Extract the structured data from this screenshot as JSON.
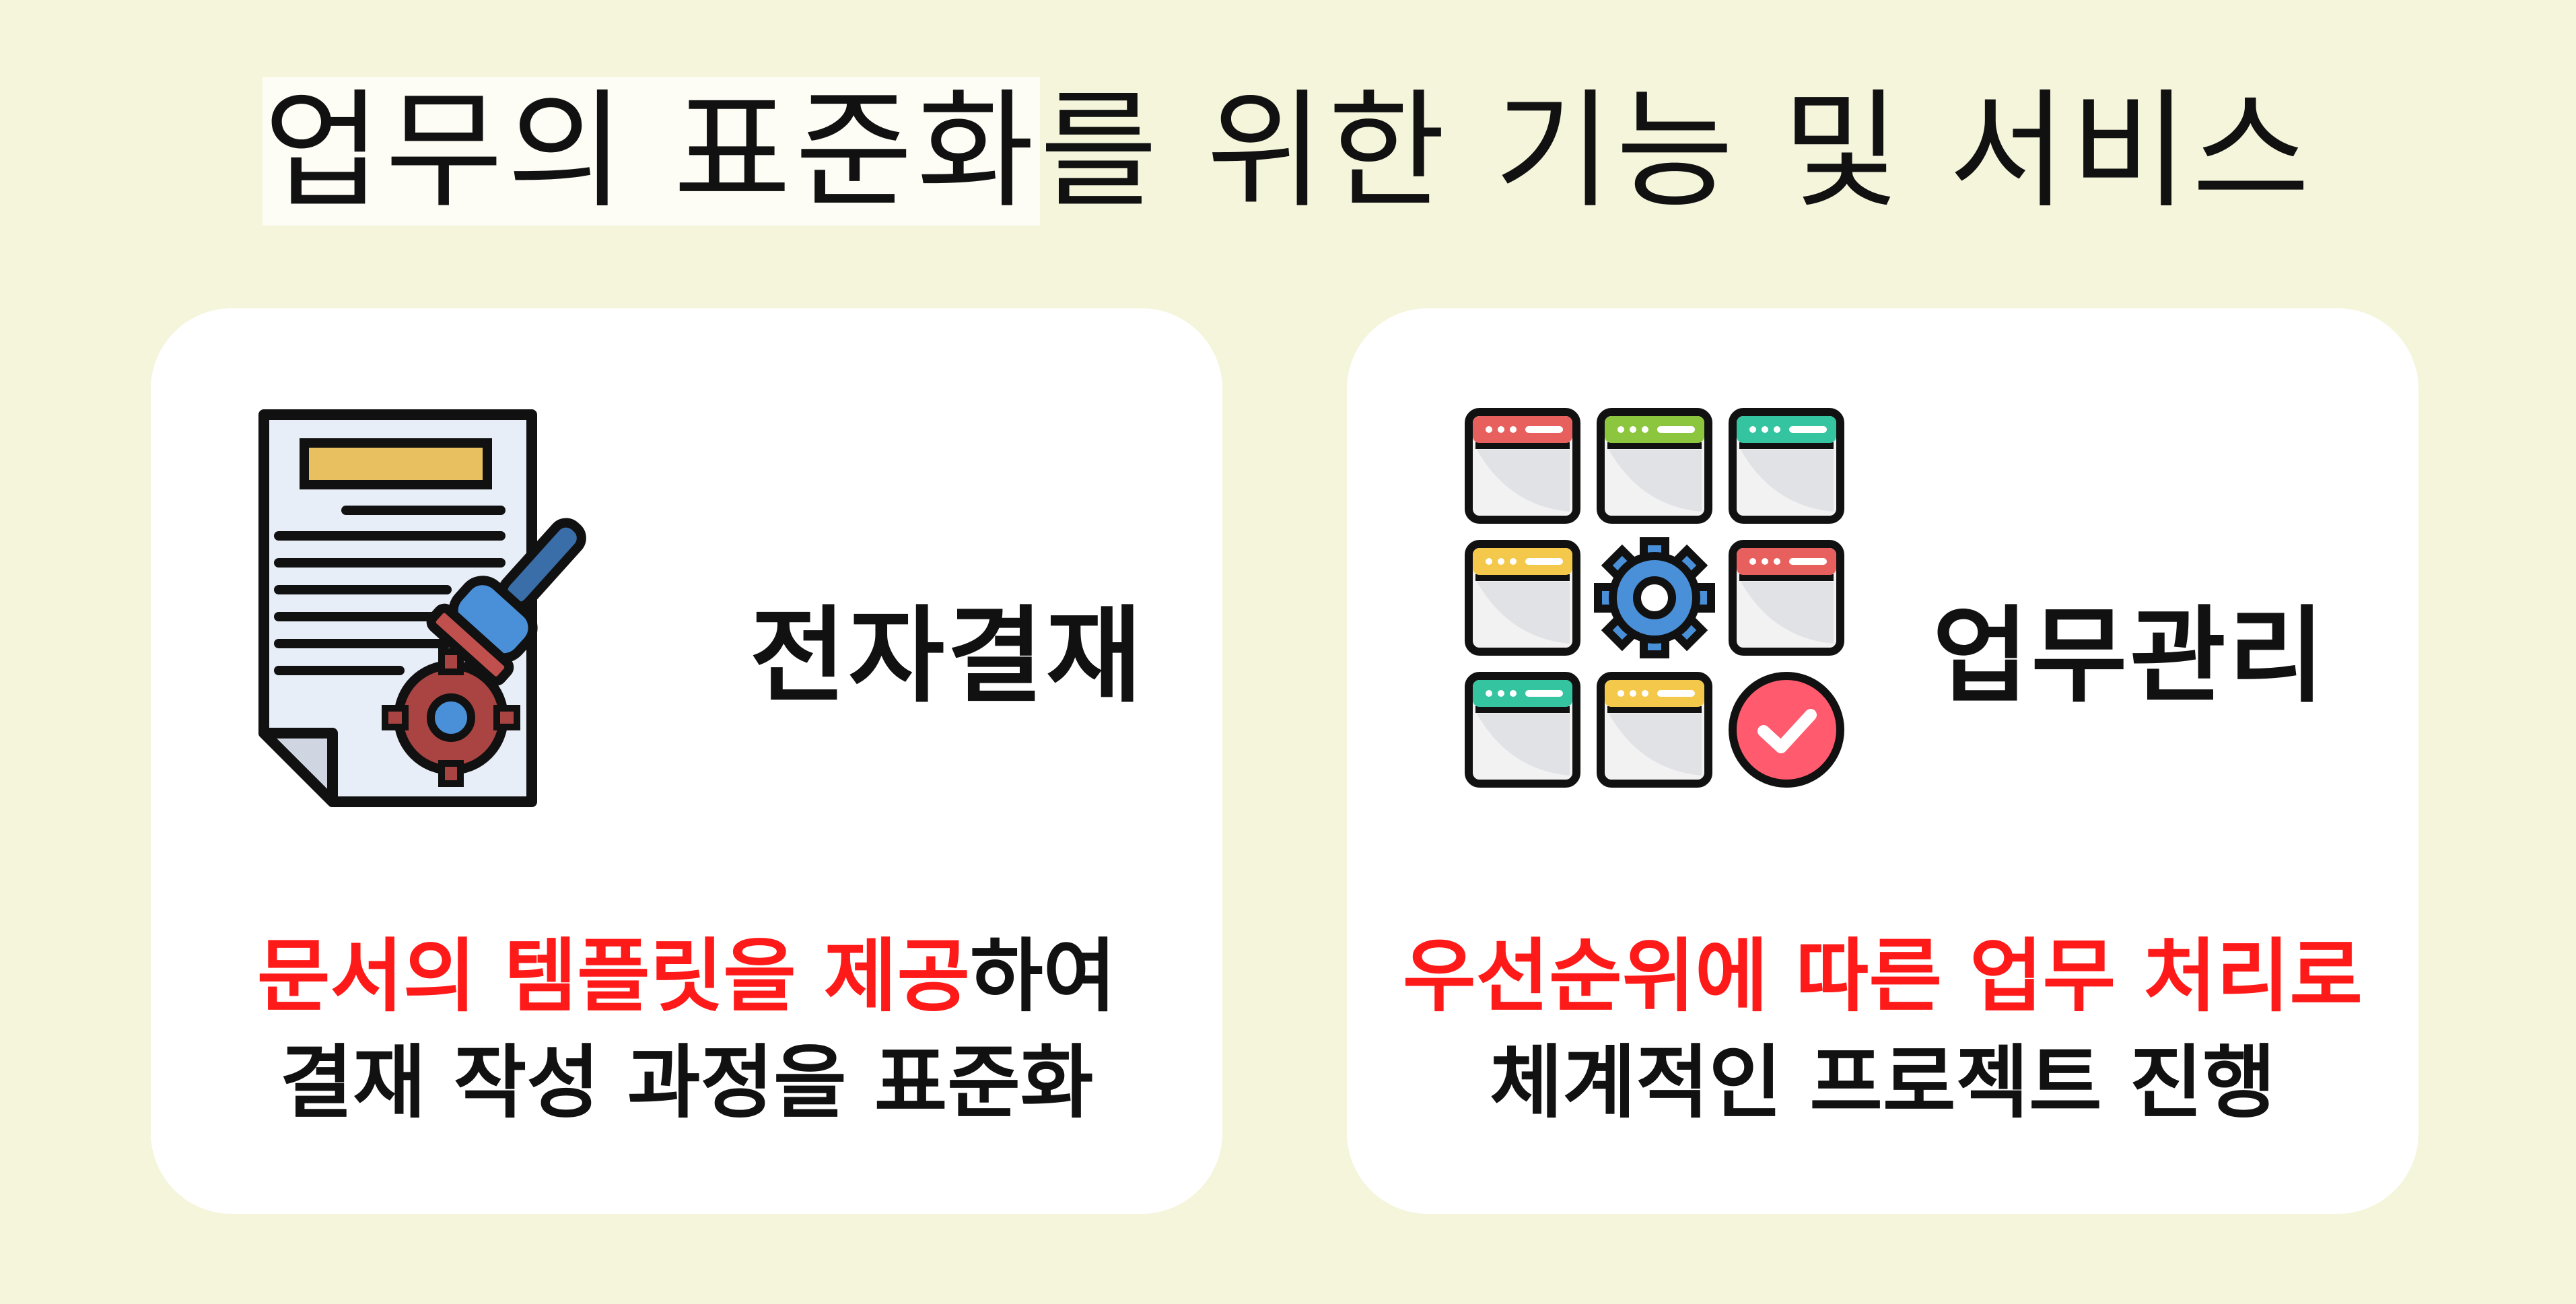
{
  "title": {
    "highlighted": "업무의 표준화",
    "rest": "를 위한 기능 및 서비스"
  },
  "cards": [
    {
      "name": "전자결재",
      "icon": "document-stamp-icon",
      "desc_line1_red": "문서의 템플릿을 제공",
      "desc_line1_black": "하여",
      "desc_line2": "결재 작성 과정을 표준화"
    },
    {
      "name": "업무관리",
      "icon": "task-grid-icon",
      "desc_line1_red": "우선순위에 따른 업무 처리로",
      "desc_line2": "체계적인 프로젝트 진행"
    }
  ],
  "colors": {
    "background": "#f5f5dc",
    "card": "#ffffff",
    "accent_red": "#ff1a1a",
    "text": "#111111"
  }
}
